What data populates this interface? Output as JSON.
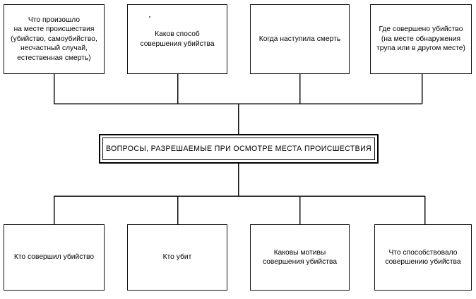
{
  "diagram": {
    "title": "ВОПРОСЫ, РАЗРЕШАЕМЫЕ ПРИ ОСМОТРЕ МЕСТА ПРОИСШЕСТВИЯ",
    "type": "tree-chart",
    "orientation": "vertical-center-bus",
    "colors": {
      "background": "#ffffff",
      "stroke": "#111111",
      "text": "#000000",
      "center_stroke": "#000000"
    },
    "center_node": {
      "label": "ВОПРОСЫ, РАЗРЕШАЕМЫЕ ПРИ ОСМОТРЕ МЕСТА ПРОИСШЕСТВИЯ",
      "style": "double-border"
    },
    "top_nodes": [
      {
        "id": "top-1",
        "label": "Что произошло\nна месте происшествия\n(убийство, самоубийство,\nнесчастный случай,\nестественная смерть)"
      },
      {
        "id": "top-2",
        "label": "Каков способ\nсовершения убийства"
      },
      {
        "id": "top-3",
        "label": "Когда наступила смерть"
      },
      {
        "id": "top-4",
        "label": "Где совершено убийство\n(на месте обнаружения\nтрупа или в другом месте)"
      }
    ],
    "bottom_nodes": [
      {
        "id": "bottom-1",
        "label": "Кто совершил убийство"
      },
      {
        "id": "bottom-2",
        "label": "Кто убит"
      },
      {
        "id": "bottom-3",
        "label": "Каковы мотивы\nсовершения убийства"
      },
      {
        "id": "bottom-4",
        "label": "Что способствовало\nсовершению убийства"
      }
    ]
  }
}
